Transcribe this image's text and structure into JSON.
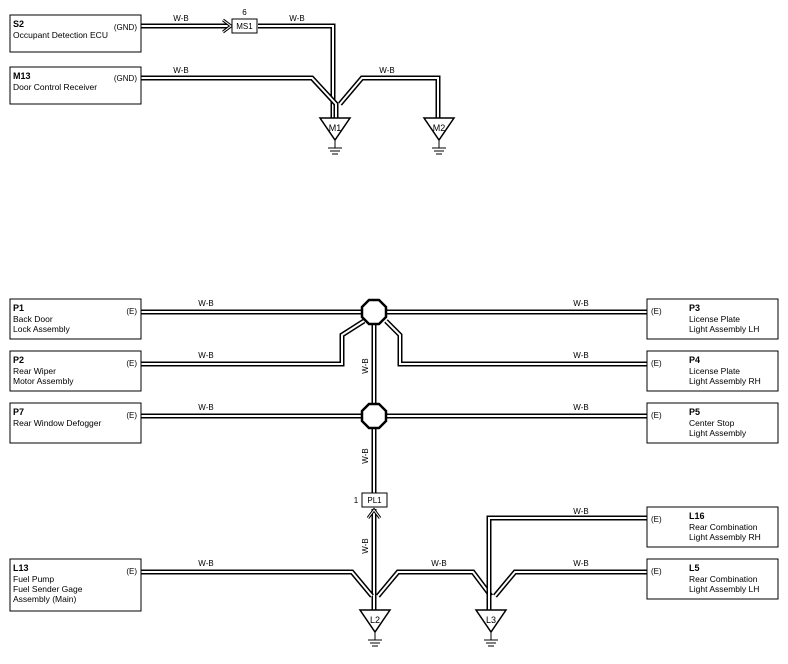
{
  "wire_color": "W-B",
  "components": [
    {
      "id": "s2",
      "code": "S2",
      "lines": [
        "Occupant Detection ECU"
      ],
      "pin": "(GND)"
    },
    {
      "id": "m13",
      "code": "M13",
      "lines": [
        "Door Control Receiver"
      ],
      "pin": "(GND)"
    },
    {
      "id": "p1",
      "code": "P1",
      "lines": [
        "Back Door",
        "Lock Assembly"
      ],
      "pin": "(E)"
    },
    {
      "id": "p2",
      "code": "P2",
      "lines": [
        "Rear Wiper",
        "Motor Assembly"
      ],
      "pin": "(E)"
    },
    {
      "id": "p7",
      "code": "P7",
      "lines": [
        "Rear Window Defogger"
      ],
      "pin": "(E)"
    },
    {
      "id": "l13",
      "code": "L13",
      "lines": [
        "Fuel Pump",
        "Fuel Sender Gage",
        "Assembly (Main)"
      ],
      "pin": "(E)"
    },
    {
      "id": "p3",
      "code": "P3",
      "lines": [
        "License Plate",
        "Light Assembly LH"
      ],
      "pin": "(E)"
    },
    {
      "id": "p4",
      "code": "P4",
      "lines": [
        "License Plate",
        "Light Assembly RH"
      ],
      "pin": "(E)"
    },
    {
      "id": "p5",
      "code": "P5",
      "lines": [
        "Center Stop",
        "Light Assembly"
      ],
      "pin": "(E)"
    },
    {
      "id": "l16",
      "code": "L16",
      "lines": [
        "Rear Combination",
        "Light Assembly RH"
      ],
      "pin": "(E)"
    },
    {
      "id": "l5",
      "code": "L5",
      "lines": [
        "Rear Combination",
        "Light Assembly LH"
      ],
      "pin": "(E)"
    }
  ],
  "connectors": [
    {
      "id": "ms1",
      "label": "MS1",
      "pin_number": "6"
    },
    {
      "id": "pl1",
      "label": "PL1",
      "pin_number": "1"
    }
  ],
  "grounds": [
    "M1",
    "M2",
    "L2",
    "L3"
  ]
}
